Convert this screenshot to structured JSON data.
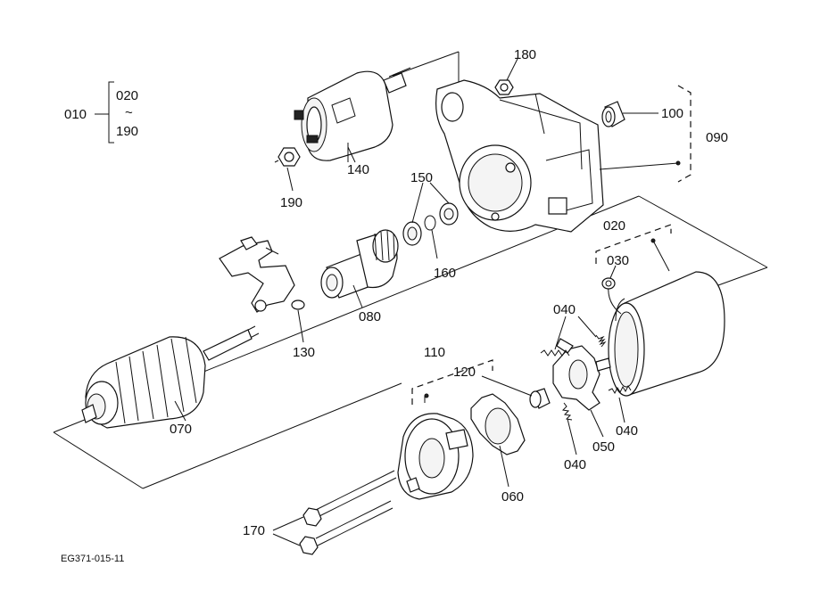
{
  "drawing_code": "EG371-015-11",
  "assembly": {
    "label": "010",
    "range_start": "020",
    "range_symbol": "~",
    "range_end": "190"
  },
  "callouts": {
    "c180": "180",
    "c100": "100",
    "c090": "090",
    "c140": "140",
    "c190": "190",
    "c150": "150",
    "c160": "160",
    "c020": "020",
    "c030": "030",
    "c080": "080",
    "c130": "130",
    "c040a": "040",
    "c070": "070",
    "c110": "110",
    "c120": "120",
    "c050": "050",
    "c040b": "040",
    "c040c": "040",
    "c060": "060",
    "c170": "170"
  }
}
